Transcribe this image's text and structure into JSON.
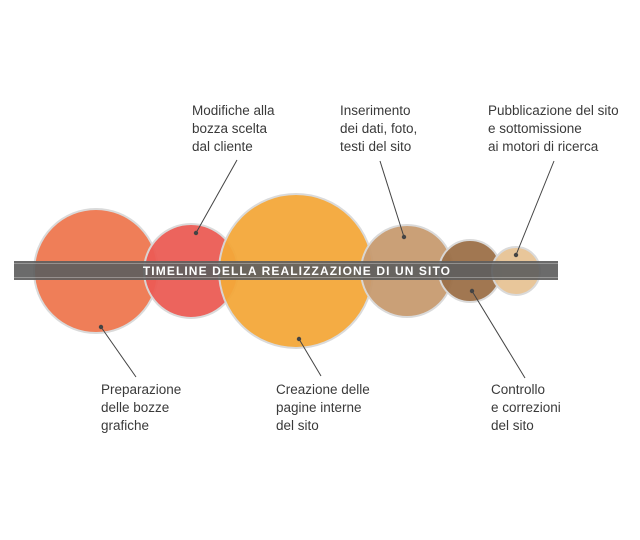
{
  "banner": {
    "title": "TIMELINE DELLA REALIZZAZIONE DI UN SITO",
    "color": "#5e5e5e"
  },
  "stages": [
    {
      "lines": [
        "Preparazione",
        "delle bozze",
        "grafiche"
      ],
      "color": "#ef7850",
      "position": "below"
    },
    {
      "lines": [
        "Modifiche alla",
        "bozza scelta",
        "dal cliente"
      ],
      "color": "#ec5c55",
      "position": "above"
    },
    {
      "lines": [
        "Creazione delle",
        "pagine interne",
        "del sito"
      ],
      "color": "#f4a83a",
      "position": "below"
    },
    {
      "lines": [
        "Inserimento",
        "dei dati, foto,",
        "testi del sito"
      ],
      "color": "#c89b70",
      "position": "above"
    },
    {
      "lines": [
        "Controllo",
        "e correzioni",
        "del sito"
      ],
      "color": "#9c7048",
      "position": "below"
    },
    {
      "lines": [
        "Pubblicazione del sito",
        "e sottomissione",
        "ai motori di ricerca"
      ],
      "color": "#e7c395",
      "position": "above"
    }
  ]
}
